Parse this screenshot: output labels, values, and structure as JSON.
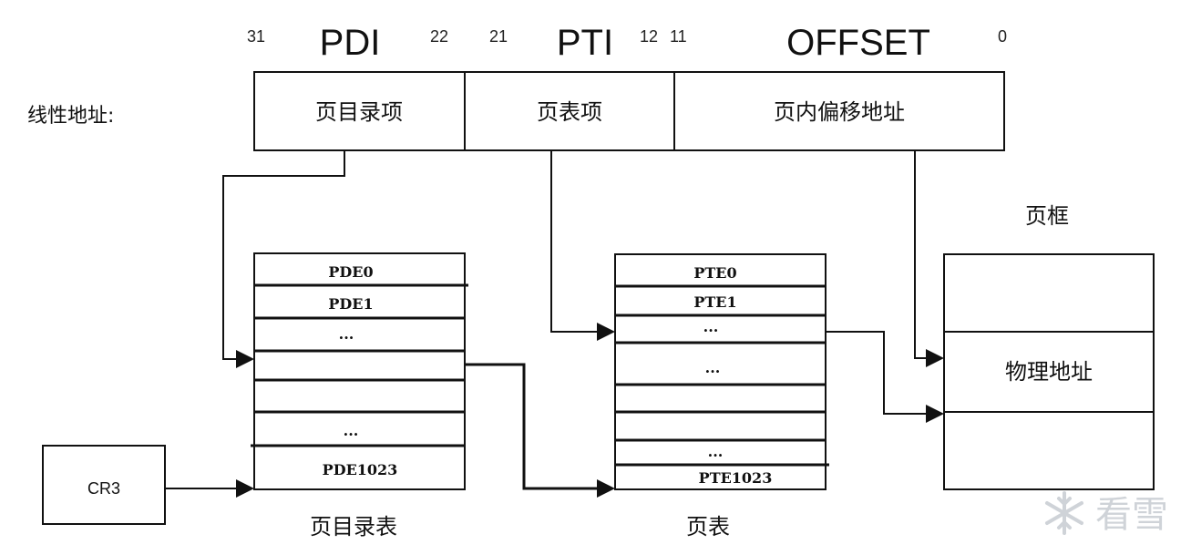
{
  "bit_positions": {
    "pdi_high": "31",
    "pdi_low": "22",
    "pti_high": "21",
    "pti_low": "12",
    "offset_high": "11",
    "offset_low": "0"
  },
  "field_names": {
    "pdi": "PDI",
    "pti": "PTI",
    "offset": "OFFSET"
  },
  "linear_address": {
    "label": "线性地址:",
    "fields": [
      "页目录项",
      "页表项",
      "页内偏移地址"
    ]
  },
  "page_directory": {
    "caption": "页目录表",
    "rows": [
      "PDE0",
      "PDE1",
      "...",
      "",
      "",
      "...",
      "PDE1023"
    ]
  },
  "page_table": {
    "caption": "页表",
    "rows": [
      "PTE0",
      "PTE1",
      "...",
      "...",
      "",
      "",
      "...",
      "PTE1023"
    ]
  },
  "page_frame": {
    "caption": "页框",
    "rows": [
      "",
      "物理地址",
      ""
    ]
  },
  "cr3": {
    "label": "CR3"
  },
  "watermark": {
    "text": "看雪",
    "icon": "snowflake-icon"
  },
  "colors": {
    "line": "#111111",
    "background": "#ffffff",
    "watermark": "#cfd3d8"
  }
}
